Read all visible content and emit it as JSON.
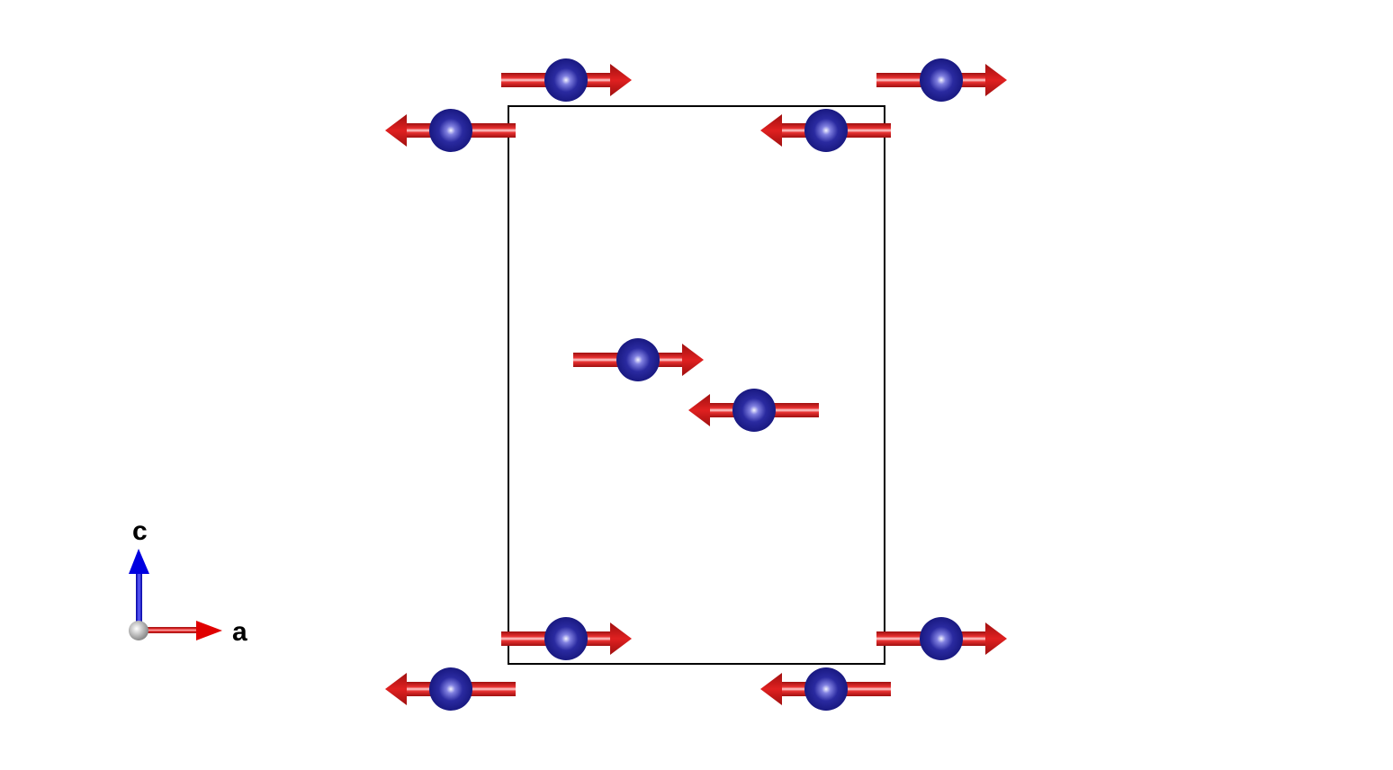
{
  "axes": {
    "c_label": "c",
    "a_label": "a"
  },
  "colors": {
    "atom": "#1f1f8f",
    "spin_arrow": "#d81818",
    "cell_edge": "#000000",
    "axis_a": "#e00000",
    "axis_c": "#0000e0",
    "origin": "#c8c8c8"
  },
  "spins": [
    "right",
    "right",
    "left",
    "left",
    "right",
    "left",
    "right",
    "right",
    "left",
    "left"
  ]
}
